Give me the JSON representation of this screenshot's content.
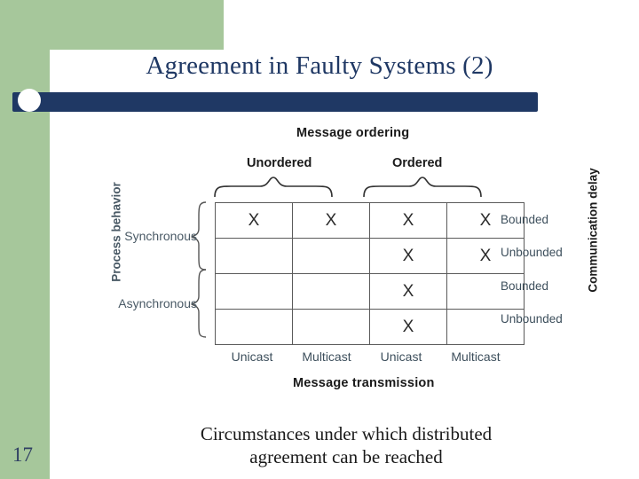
{
  "slide": {
    "title": "Agreement in Faulty Systems (2)",
    "page_number": "17",
    "caption_line1": "Circumstances under which distributed",
    "caption_line2": "agreement can be reached",
    "colors": {
      "accent_green": "#a6c79b",
      "navy": "#1f3864",
      "title_color": "#1f3864"
    }
  },
  "figure": {
    "top_label": "Message ordering",
    "bottom_label": "Message transmission",
    "left_axis_label": "Process behavior",
    "right_axis_label": "Communication delay",
    "column_groups": [
      "Unordered",
      "Ordered"
    ],
    "column_labels": [
      "Unicast",
      "Multicast",
      "Unicast",
      "Multicast"
    ],
    "row_labels": [
      "Synchronous",
      "Asynchronous"
    ],
    "side_labels": [
      "Bounded",
      "Unbounded",
      "Bounded",
      "Unbounded"
    ],
    "mark": "X",
    "cells": [
      [
        "X",
        "X",
        "X",
        "X"
      ],
      [
        "",
        "",
        "X",
        "X"
      ],
      [
        "",
        "",
        "X",
        ""
      ],
      [
        "",
        "",
        "X",
        ""
      ]
    ]
  }
}
